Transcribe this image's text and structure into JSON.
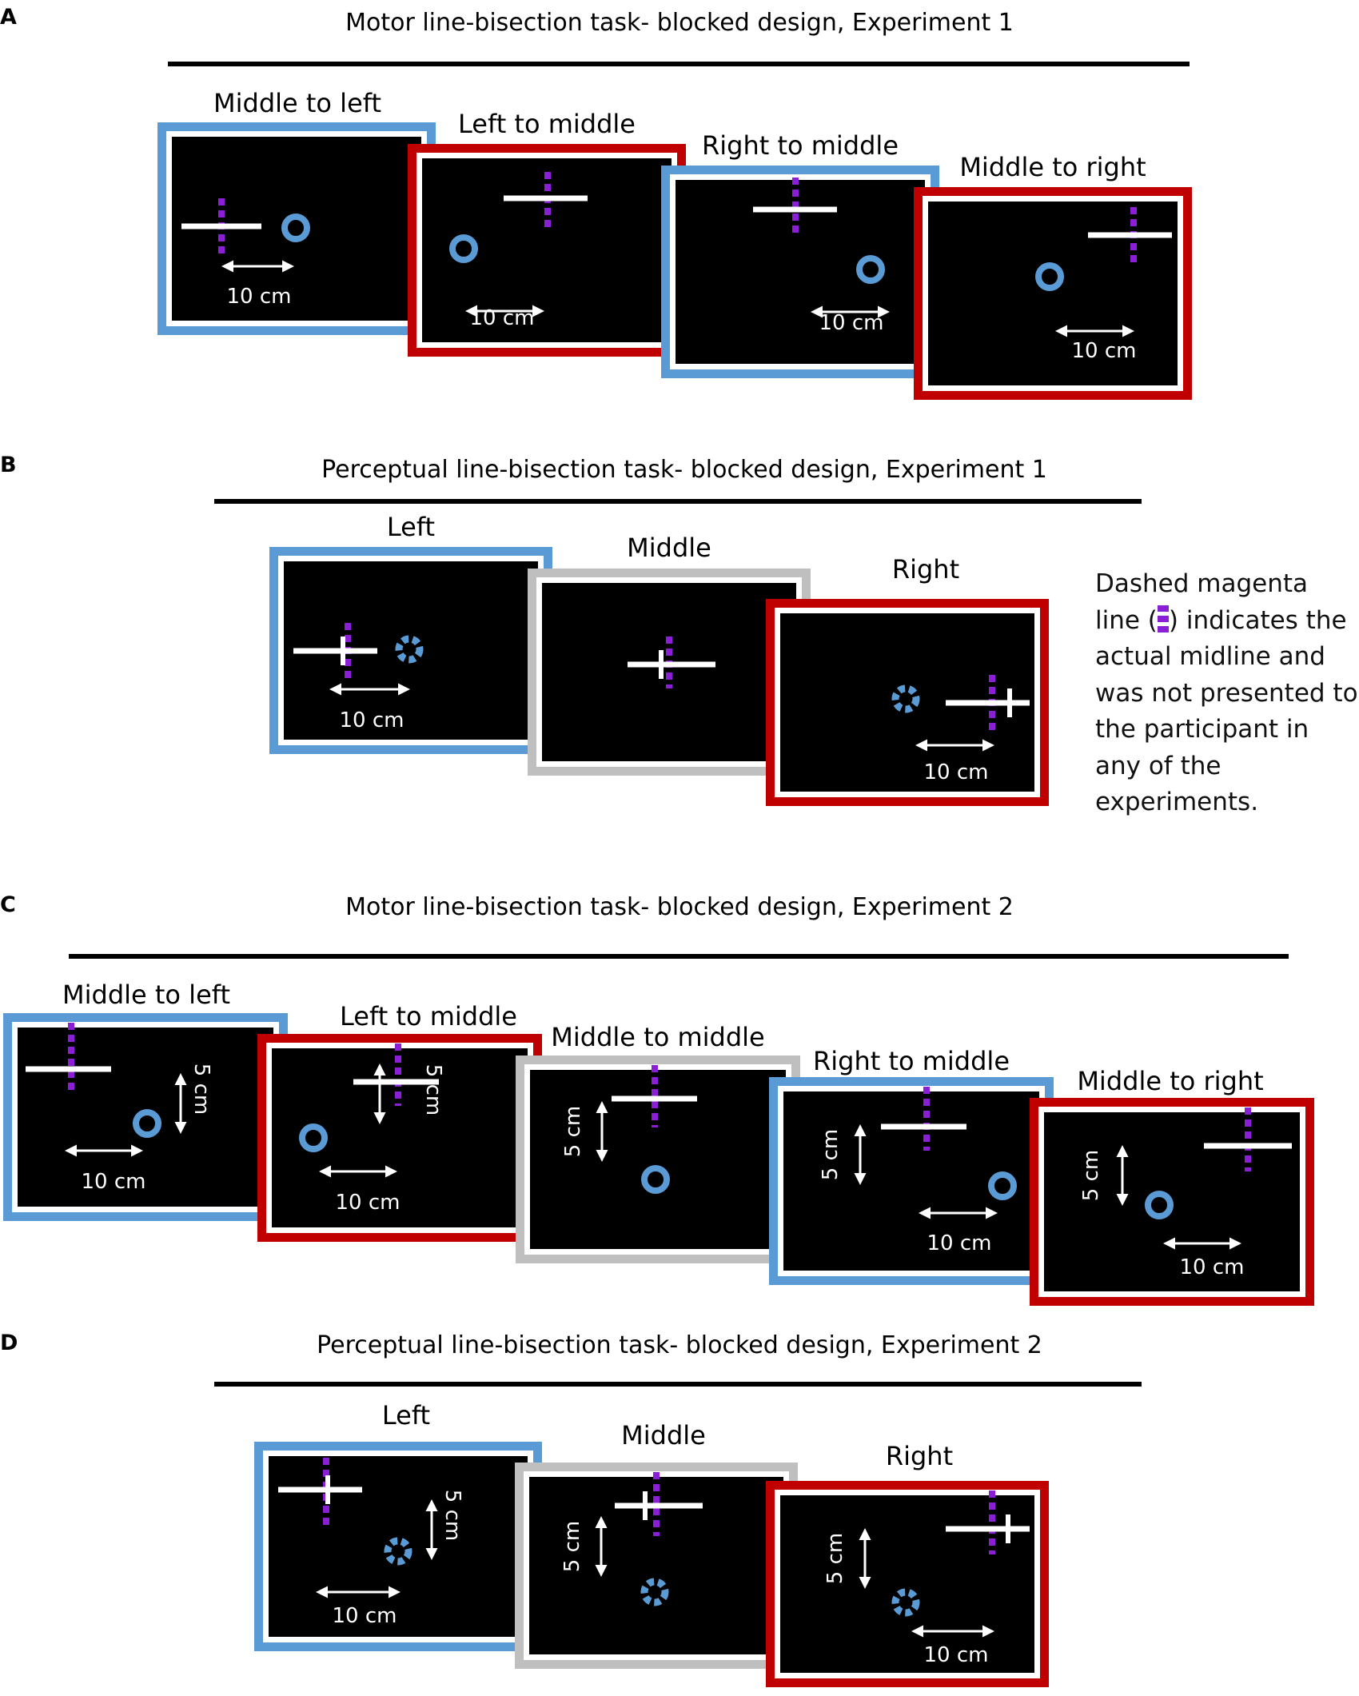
{
  "colors": {
    "blue": "#5b9bd5",
    "red": "#c00000",
    "gray": "#bfbfbf",
    "magenta": "#8a1fd6",
    "screen": "#000000",
    "stim": "#ffffff"
  },
  "panels": [
    {
      "letter": "A",
      "title": "Motor line-bisection task- blocked design, Experiment 1",
      "frames": [
        {
          "label": "Middle to left",
          "color": "blue",
          "dist": "10 cm"
        },
        {
          "label": "Left to middle",
          "color": "red",
          "dist": "10 cm"
        },
        {
          "label": "Right to middle",
          "color": "blue",
          "dist": "10 cm"
        },
        {
          "label": "Middle to right",
          "color": "red",
          "dist": "10 cm"
        }
      ]
    },
    {
      "letter": "B",
      "title": "Perceptual line-bisection task- blocked design, Experiment 1",
      "frames": [
        {
          "label": "Left",
          "color": "blue",
          "dist": "10 cm"
        },
        {
          "label": "Middle",
          "color": "gray",
          "dist": ""
        },
        {
          "label": "Right",
          "color": "red",
          "dist": "10 cm"
        }
      ]
    },
    {
      "letter": "C",
      "title": "Motor line-bisection task- blocked design, Experiment 2",
      "frames": [
        {
          "label": "Middle to left",
          "color": "blue",
          "dist": "10 cm",
          "vdist": "5 cm"
        },
        {
          "label": "Left to middle",
          "color": "red",
          "dist": "10 cm",
          "vdist": "5 cm"
        },
        {
          "label": "Middle to middle",
          "color": "gray",
          "dist": "",
          "vdist": "5 cm"
        },
        {
          "label": "Right to middle",
          "color": "blue",
          "dist": "10 cm",
          "vdist": "5 cm"
        },
        {
          "label": "Middle to right",
          "color": "red",
          "dist": "10 cm",
          "vdist": "5 cm"
        }
      ]
    },
    {
      "letter": "D",
      "title": "Perceptual line-bisection task- blocked design, Experiment 2",
      "frames": [
        {
          "label": "Left",
          "color": "blue",
          "dist": "10 cm",
          "vdist": "5 cm"
        },
        {
          "label": "Middle",
          "color": "gray",
          "dist": "",
          "vdist": "5 cm"
        },
        {
          "label": "Right",
          "color": "red",
          "dist": "10 cm",
          "vdist": "5 cm"
        }
      ]
    }
  ],
  "note": {
    "before": "Dashed magenta line (",
    "after": ") indicates the actual midline and was not presented to the participant in any of the experiments."
  }
}
